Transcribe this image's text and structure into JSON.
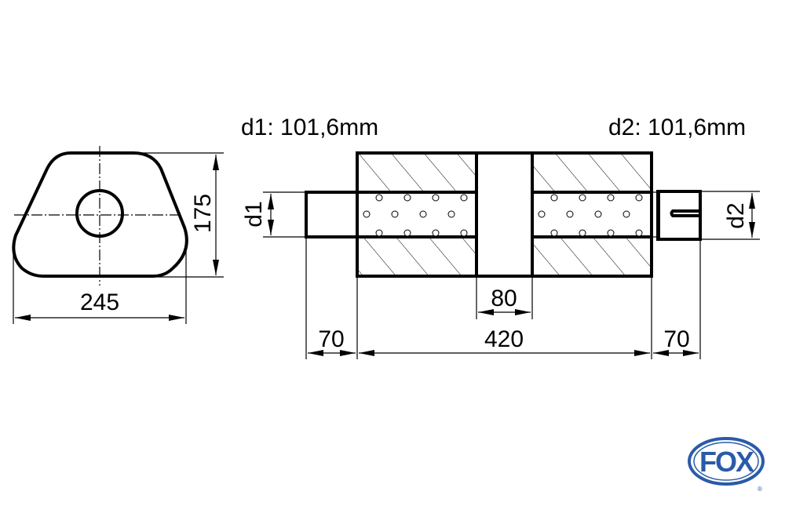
{
  "titles": {
    "d1": "d1: 101,6mm",
    "d2": "d2: 101,6mm"
  },
  "cross_section": {
    "width_label": "245",
    "height_label": "175"
  },
  "side_view": {
    "d1_label": "d1",
    "d2_label": "d2",
    "chamber_label": "80",
    "inlet_length_label": "70",
    "body_length_label": "420",
    "outlet_length_label": "70"
  },
  "logo": {
    "text": "FOX",
    "registered": "®",
    "color": "#2a5ba8"
  }
}
